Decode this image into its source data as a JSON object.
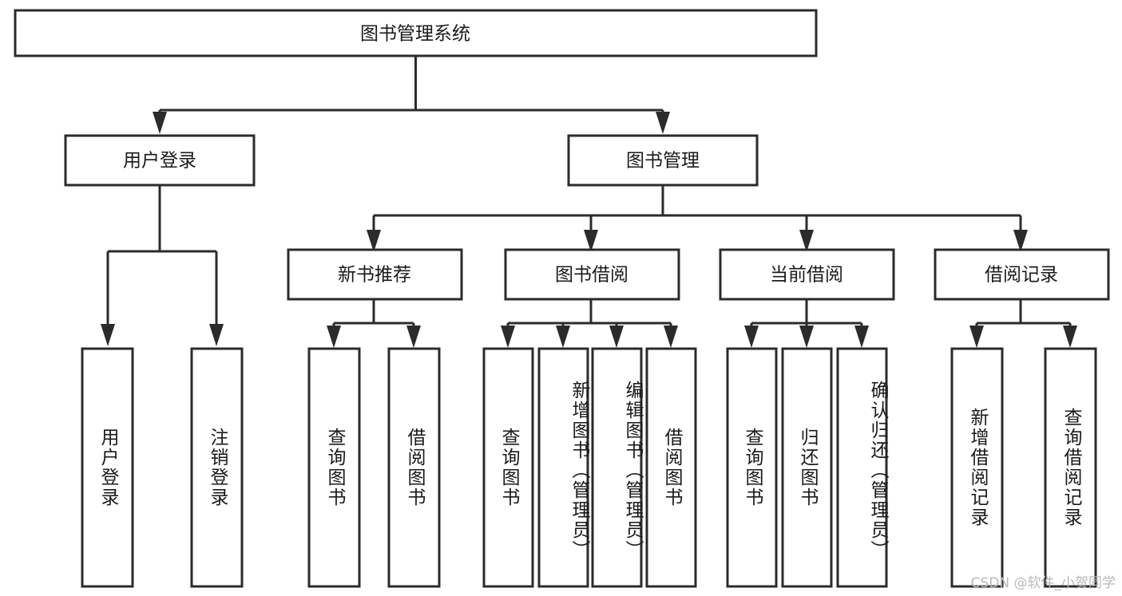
{
  "diagram": {
    "type": "tree",
    "title": "图书管理系统",
    "orientation": "top-down",
    "colors": {
      "box_stroke": "#2b2b2b",
      "box_fill": "#ffffff",
      "connector": "#2b2b2b",
      "text": "#1a1a1a",
      "watermark": "#b9b9b9",
      "background": "#ffffff"
    },
    "root": {
      "id": "root",
      "label": "图书管理系统",
      "text_orientation": "horizontal"
    },
    "level2": [
      {
        "id": "user-login",
        "label": "用户登录",
        "text_orientation": "horizontal"
      },
      {
        "id": "book-management",
        "label": "图书管理",
        "text_orientation": "horizontal"
      }
    ],
    "level3": [
      {
        "id": "new-book-recommend",
        "label": "新书推荐",
        "parent": "book-management",
        "text_orientation": "horizontal"
      },
      {
        "id": "book-borrow",
        "label": "图书借阅",
        "parent": "book-management",
        "text_orientation": "horizontal"
      },
      {
        "id": "current-borrow",
        "label": "当前借阅",
        "parent": "book-management",
        "text_orientation": "horizontal"
      },
      {
        "id": "borrow-record",
        "label": "借阅记录",
        "parent": "book-management",
        "text_orientation": "horizontal"
      }
    ],
    "leaves": [
      {
        "id": "leaf-user-login",
        "label": "用户登录",
        "parent": "user-login",
        "text_orientation": "vertical"
      },
      {
        "id": "leaf-logout-login",
        "label": "注销登录",
        "parent": "user-login",
        "text_orientation": "vertical"
      },
      {
        "id": "leaf-query-book-rec",
        "label": "查询图书",
        "parent": "new-book-recommend",
        "text_orientation": "vertical"
      },
      {
        "id": "leaf-borrow-book-rec",
        "label": "借阅图书",
        "parent": "new-book-recommend",
        "text_orientation": "vertical"
      },
      {
        "id": "leaf-query-book-bor",
        "label": "查询图书",
        "parent": "book-borrow",
        "text_orientation": "vertical"
      },
      {
        "id": "leaf-add-book",
        "label": "新增图书（管理员）",
        "parent": "book-borrow",
        "text_orientation": "vertical"
      },
      {
        "id": "leaf-edit-book",
        "label": "编辑图书（管理员）",
        "parent": "book-borrow",
        "text_orientation": "vertical"
      },
      {
        "id": "leaf-borrow-book-bor",
        "label": "借阅图书",
        "parent": "book-borrow",
        "text_orientation": "vertical"
      },
      {
        "id": "leaf-query-book-cur",
        "label": "查询图书",
        "parent": "current-borrow",
        "text_orientation": "vertical"
      },
      {
        "id": "leaf-return-book",
        "label": "归还图书",
        "parent": "current-borrow",
        "text_orientation": "vertical"
      },
      {
        "id": "leaf-confirm-return",
        "label": "确认归还（管理员）",
        "parent": "current-borrow",
        "text_orientation": "vertical"
      },
      {
        "id": "leaf-add-record",
        "label": "新增借阅记录",
        "parent": "borrow-record",
        "text_orientation": "vertical"
      },
      {
        "id": "leaf-query-record",
        "label": "查询借阅记录",
        "parent": "borrow-record",
        "text_orientation": "vertical"
      }
    ]
  },
  "watermark": {
    "text": "CSDN @软件_小贺同学"
  }
}
